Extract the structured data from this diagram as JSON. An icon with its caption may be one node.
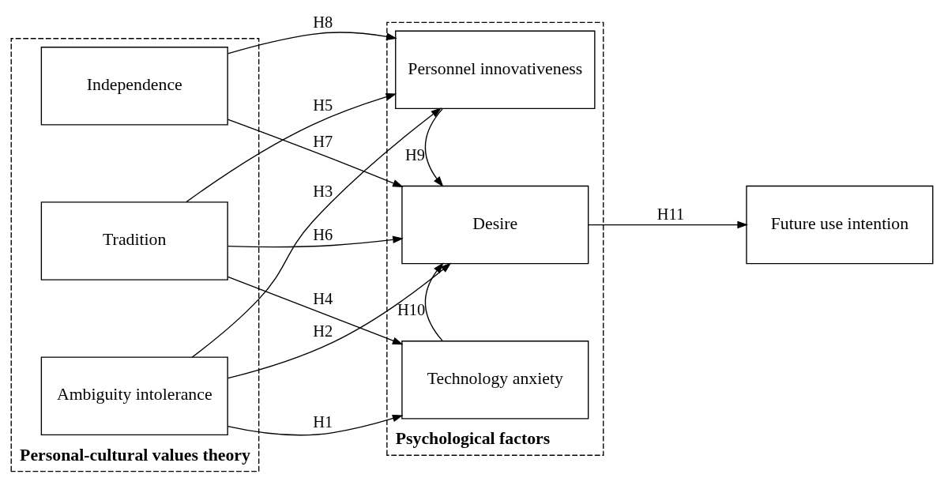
{
  "diagram": {
    "nodes": [
      {
        "text": [
          "Personal-cultural values theory"
        ]
      },
      {
        "text": [
          "Ambiguity intolerance"
        ],
        "in": 0
      },
      {
        "text": [
          "Tradition"
        ],
        "in": 0
      },
      {
        "text": [
          "Independence"
        ],
        "in": 0
      },
      {
        "text": [
          "Psychological factors"
        ]
      },
      {
        "text": [
          "Technology anxiety"
        ],
        "in": 4
      },
      {
        "text": [
          "Desire"
        ],
        "in": 4
      },
      {
        "text": [
          "Personnel innovativeness"
        ],
        "in": 4
      },
      {
        "text": [
          "Future use intention"
        ]
      }
    ],
    "edges": [
      {
        "from": 1,
        "to": 5,
        "arrow": "to",
        "label": "H1"
      },
      {
        "from": 1,
        "to": 6,
        "arrow": "to",
        "label": "H2"
      },
      {
        "from": 1,
        "to": 7,
        "arrow": "to",
        "label": "H3"
      },
      {
        "from": 2,
        "to": 5,
        "arrow": "to",
        "label": "H4"
      },
      {
        "from": 2,
        "to": 7,
        "arrow": "to",
        "label": "H5"
      },
      {
        "from": 2,
        "to": 6,
        "arrow": "to",
        "label": "H6"
      },
      {
        "from": 3,
        "to": 6,
        "arrow": "to",
        "label": "H7"
      },
      {
        "from": 3,
        "to": 7,
        "arrow": "to",
        "label": "H8"
      },
      {
        "from": 7,
        "to": 6,
        "arrow": "to",
        "label": "H9"
      },
      {
        "from": 5,
        "to": 6,
        "arrow": "to",
        "label": "H10"
      },
      {
        "from": 6,
        "to": 8,
        "arrow": "to",
        "label": "H11"
      }
    ]
  }
}
